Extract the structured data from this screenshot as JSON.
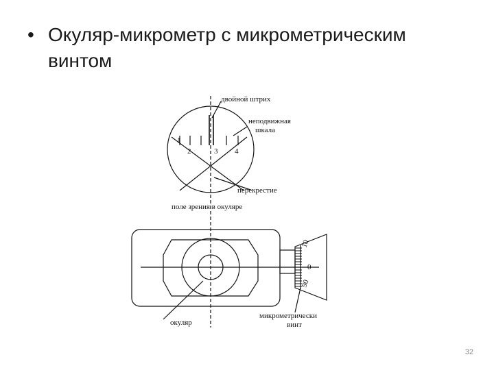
{
  "slide": {
    "bullet": "•",
    "title": "Окуляр-микрометр с микрометрическим винтом",
    "page_number": "32"
  },
  "diagram": {
    "labels": {
      "double_stroke": "двойной штрих",
      "fixed_scale": "неподвижная\nшкала",
      "crosshair": "перекрестие",
      "field_of_view": "поле зрения в окуляре",
      "eyepiece": "окуляр",
      "micrometer_screw": "микрометрически\nвинт"
    },
    "scale_numbers": [
      "1",
      "2",
      "3",
      "4"
    ],
    "drum_numbers": [
      "10",
      "0",
      "90"
    ]
  }
}
